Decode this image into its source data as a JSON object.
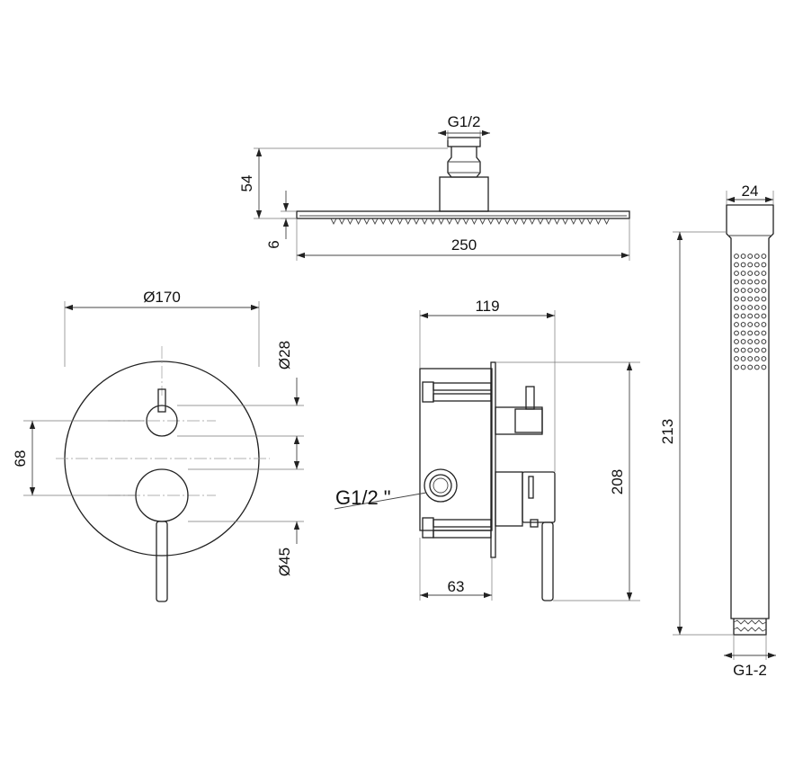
{
  "shower_head": {
    "connector_label": "G1/2",
    "height_label": "54",
    "plate_label": "6",
    "width_label": "250"
  },
  "faceplate": {
    "diameter_label": "Ø170",
    "knob_label": "Ø28",
    "spacing_label": "68",
    "handle_label": "Ø45"
  },
  "valve_body": {
    "width_label": "119",
    "height_label": "208",
    "depth_label": "63",
    "inlet_label": "G1/2 \""
  },
  "hand_shower": {
    "width_label": "24",
    "length_label": "213",
    "thread_label": "G1-2"
  }
}
